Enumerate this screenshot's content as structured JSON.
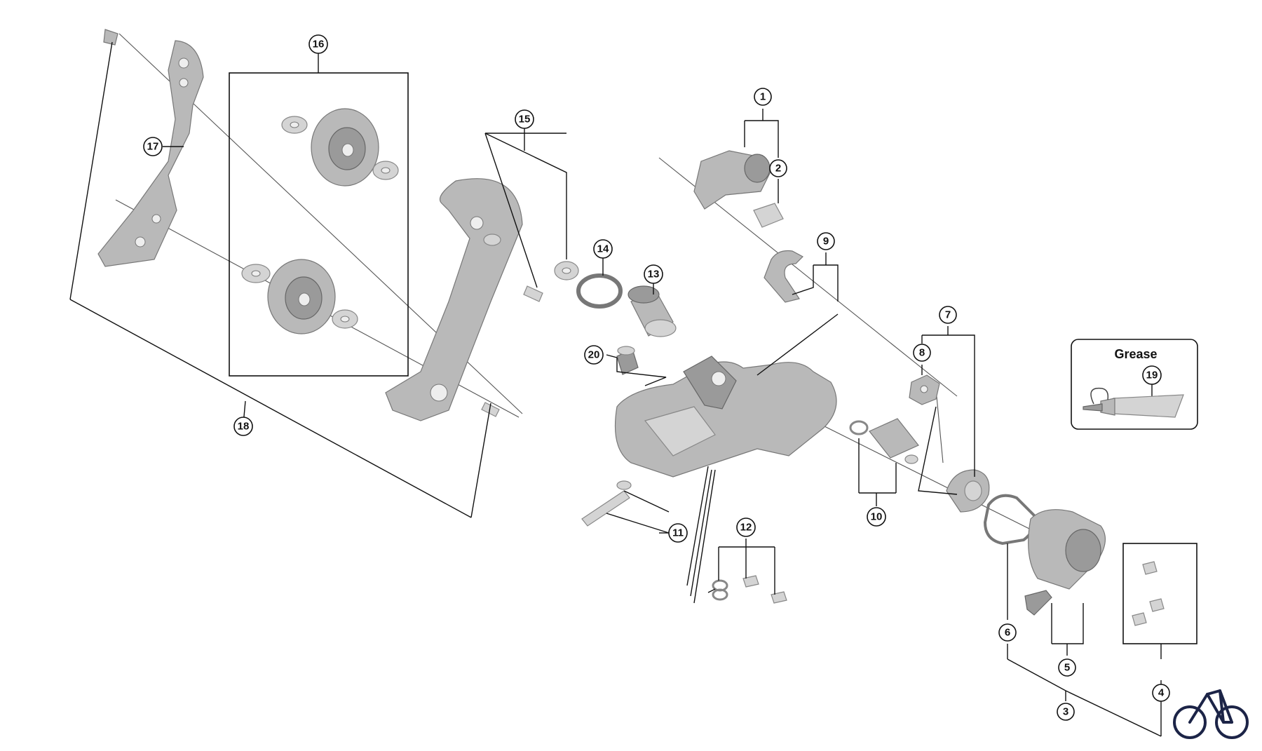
{
  "grease_label": "Grease",
  "callouts": [
    "1",
    "2",
    "3",
    "4",
    "5",
    "6",
    "7",
    "8",
    "9",
    "10",
    "11",
    "12",
    "13",
    "14",
    "15",
    "16",
    "17",
    "18",
    "19",
    "20"
  ],
  "icons": {
    "brand_logo": "bicycle-icon",
    "grease_tube": "grease-tube-icon"
  },
  "colors": {
    "part_fill": "#b9b9b9",
    "line": "#111111",
    "logo": "#1c2447"
  }
}
